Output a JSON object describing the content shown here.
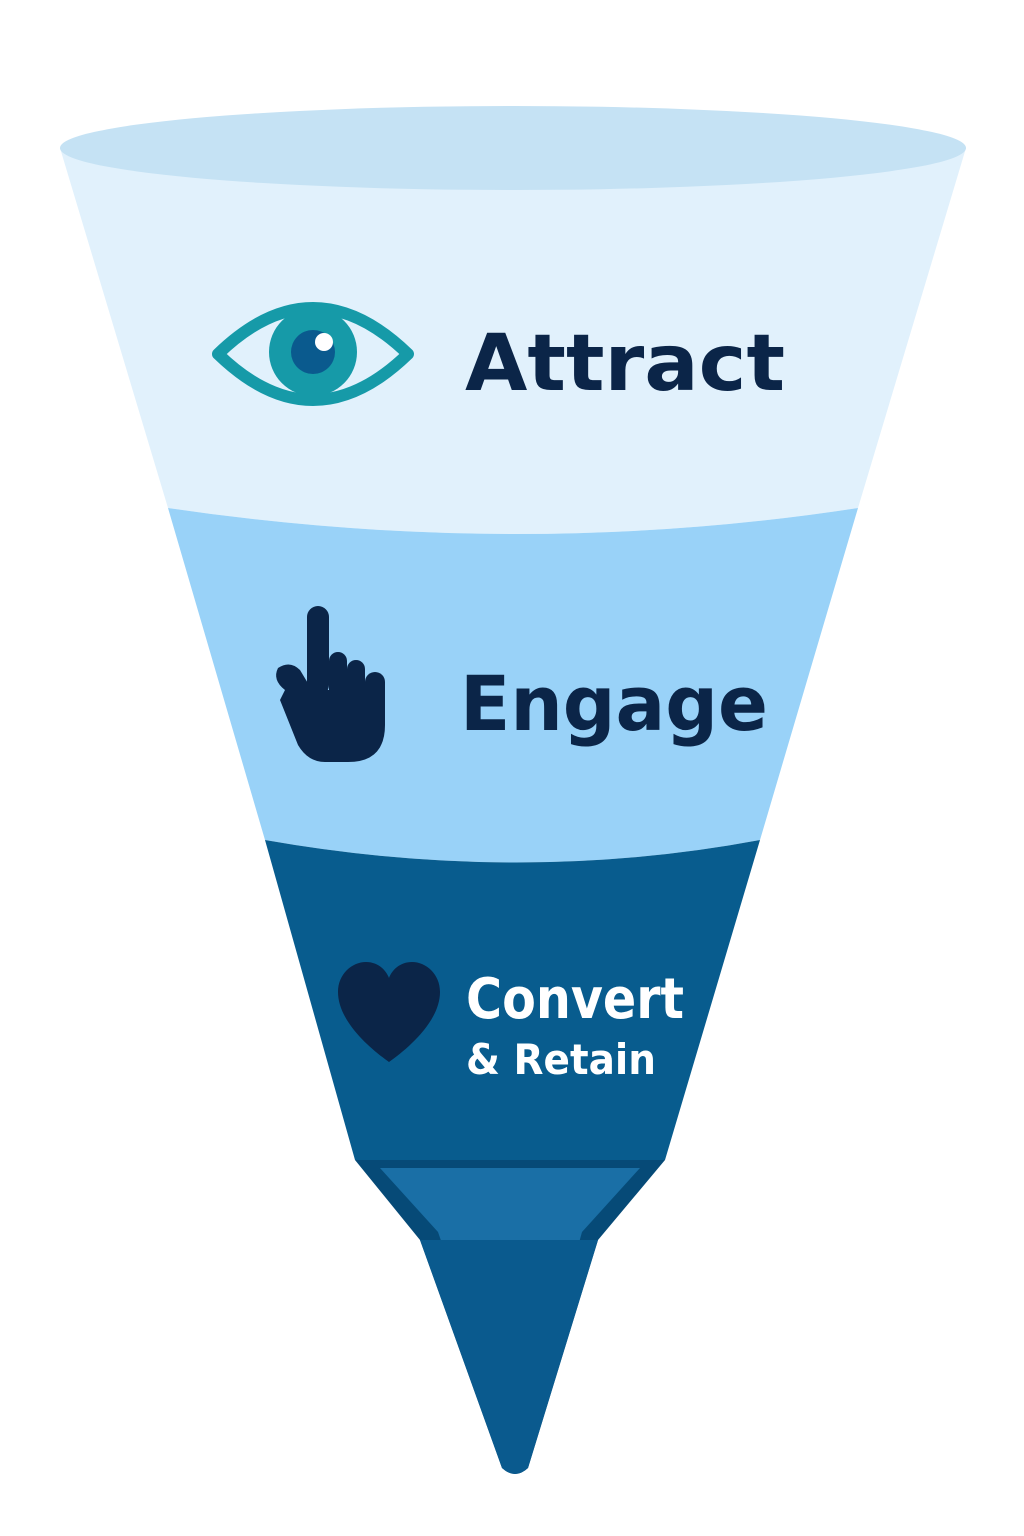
{
  "diagram": {
    "stages": [
      {
        "label": "Attract",
        "icon": "eye-icon"
      },
      {
        "label": "Engage",
        "icon": "pointing-hand-icon"
      },
      {
        "label": "Convert",
        "label_line2": "& Retain",
        "icon": "heart-icon"
      }
    ]
  },
  "colors": {
    "rim": "#c5e2f4",
    "stage_attract": "#e1f1fc",
    "stage_engage": "#99d2f8",
    "stage_convert": "#085c8e",
    "spout_dark": "#064a77",
    "spout_light": "#1a6fa6",
    "icon_teal": "#169aa8",
    "icon_navy": "#0b2548",
    "text_navy": "#0b2548",
    "text_white": "#ffffff"
  }
}
